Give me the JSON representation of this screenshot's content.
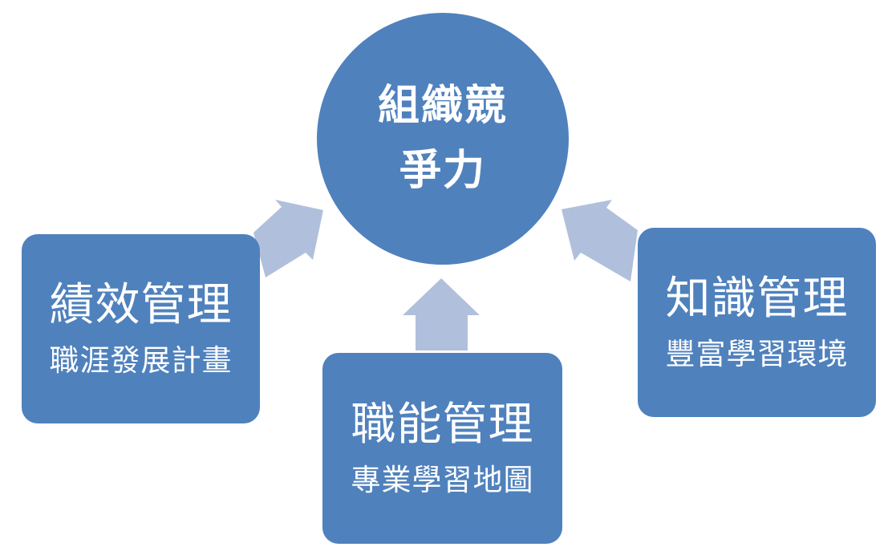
{
  "diagram": {
    "center": {
      "line1": "組織競",
      "line2": "爭力"
    },
    "boxes": {
      "left": {
        "title": "績效管理",
        "subtitle": "職涯發展計畫"
      },
      "middle": {
        "title": "職能管理",
        "subtitle": "專業學習地圖"
      },
      "right": {
        "title": "知識管理",
        "subtitle": "豐富學習環境"
      }
    },
    "colors": {
      "shape_fill": "#4f81bd",
      "arrow_fill": "#b0c0dc",
      "text": "#ffffff"
    }
  }
}
